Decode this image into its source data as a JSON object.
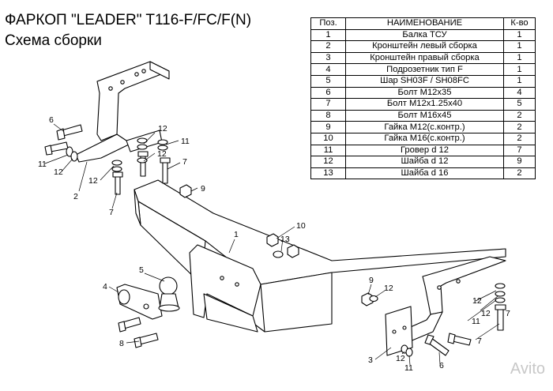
{
  "header": {
    "title": "ФАРКОП \"LEADER\" T116-F/FC/F(N)",
    "subtitle": "Схема сборки"
  },
  "parts_table": {
    "columns": [
      "Поз.",
      "НАИМЕНОВАНИЕ",
      "К-во"
    ],
    "rows": [
      {
        "pos": "1",
        "name": "Балка ТСУ",
        "qty": "1"
      },
      {
        "pos": "2",
        "name": "Кронштейн левый сборка",
        "qty": "1"
      },
      {
        "pos": "3",
        "name": "Кронштейн правый сборка",
        "qty": "1"
      },
      {
        "pos": "4",
        "name": "Подрозетник тип F",
        "qty": "1"
      },
      {
        "pos": "5",
        "name": "Шар SH03F / SH08FC",
        "qty": "1"
      },
      {
        "pos": "6",
        "name": "Болт М12х35",
        "qty": "4"
      },
      {
        "pos": "7",
        "name": "Болт М12х1.25х40",
        "qty": "5"
      },
      {
        "pos": "8",
        "name": "Болт М16х45",
        "qty": "2"
      },
      {
        "pos": "9",
        "name": "Гайка М12(с.контр.)",
        "qty": "2"
      },
      {
        "pos": "10",
        "name": "Гайка  М16(с.контр.)",
        "qty": "2"
      },
      {
        "pos": "11",
        "name": "Гровер d 12",
        "qty": "7"
      },
      {
        "pos": "12",
        "name": "Шайба d 12",
        "qty": "9"
      },
      {
        "pos": "13",
        "name": "Шайба d 16",
        "qty": "2"
      }
    ]
  },
  "callouts": [
    "6",
    "11",
    "12",
    "2",
    "12",
    "11",
    "12",
    "7",
    "12",
    "7",
    "9",
    "1",
    "10",
    "13",
    "5",
    "4",
    "8",
    "9",
    "12",
    "12",
    "11",
    "7",
    "3",
    "12",
    "11",
    "6",
    "12",
    "7"
  ],
  "watermark": "Avito"
}
